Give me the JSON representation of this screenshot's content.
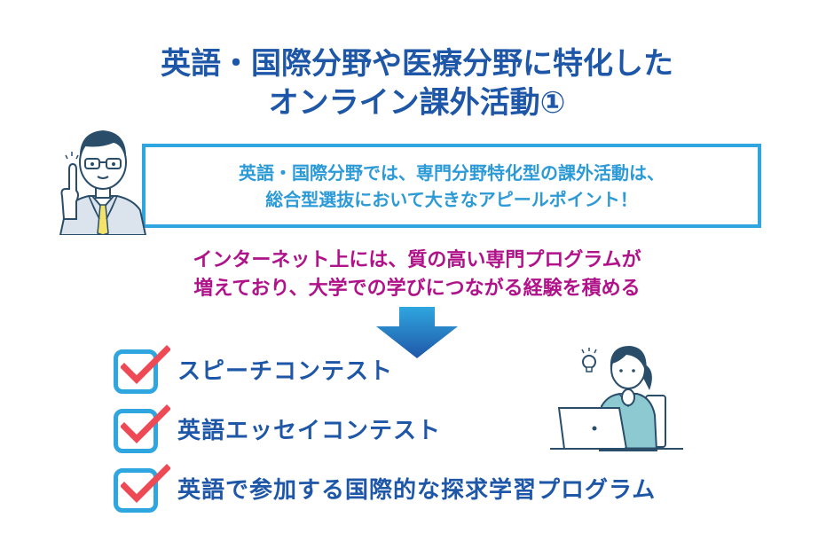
{
  "title": {
    "line1": "英語・国際分野や医療分野に特化した",
    "line2": "オンライン課外活動①"
  },
  "callout": {
    "line1": "英語・国際分野では、専門分野特化型の課外活動は、",
    "line2": "総合型選抜において大きなアピールポイント！"
  },
  "highlight": {
    "line1": "インターネット上には、質の高い専門プログラムが",
    "line2": "増えており、大学での学びにつながる経験を積める"
  },
  "checklist": {
    "items": [
      {
        "label": "スピーチコンテスト",
        "checked": true
      },
      {
        "label": "英語エッセイコンテスト",
        "checked": true
      },
      {
        "label": "英語で参加する国際的な探求学習プログラム",
        "checked": true
      }
    ]
  },
  "colors": {
    "title": "#1f57a8",
    "callout_border": "#2fa6df",
    "callout_text": "#2b9ad6",
    "highlight_text": "#b0128a",
    "check_mark": "#ee4a55",
    "check_box": "#2fa6df"
  },
  "icons": {
    "man": "businessman-pointing-illustration",
    "woman": "woman-laptop-idea-illustration",
    "arrow": "arrow-down-icon",
    "check": "checkmark-icon"
  }
}
